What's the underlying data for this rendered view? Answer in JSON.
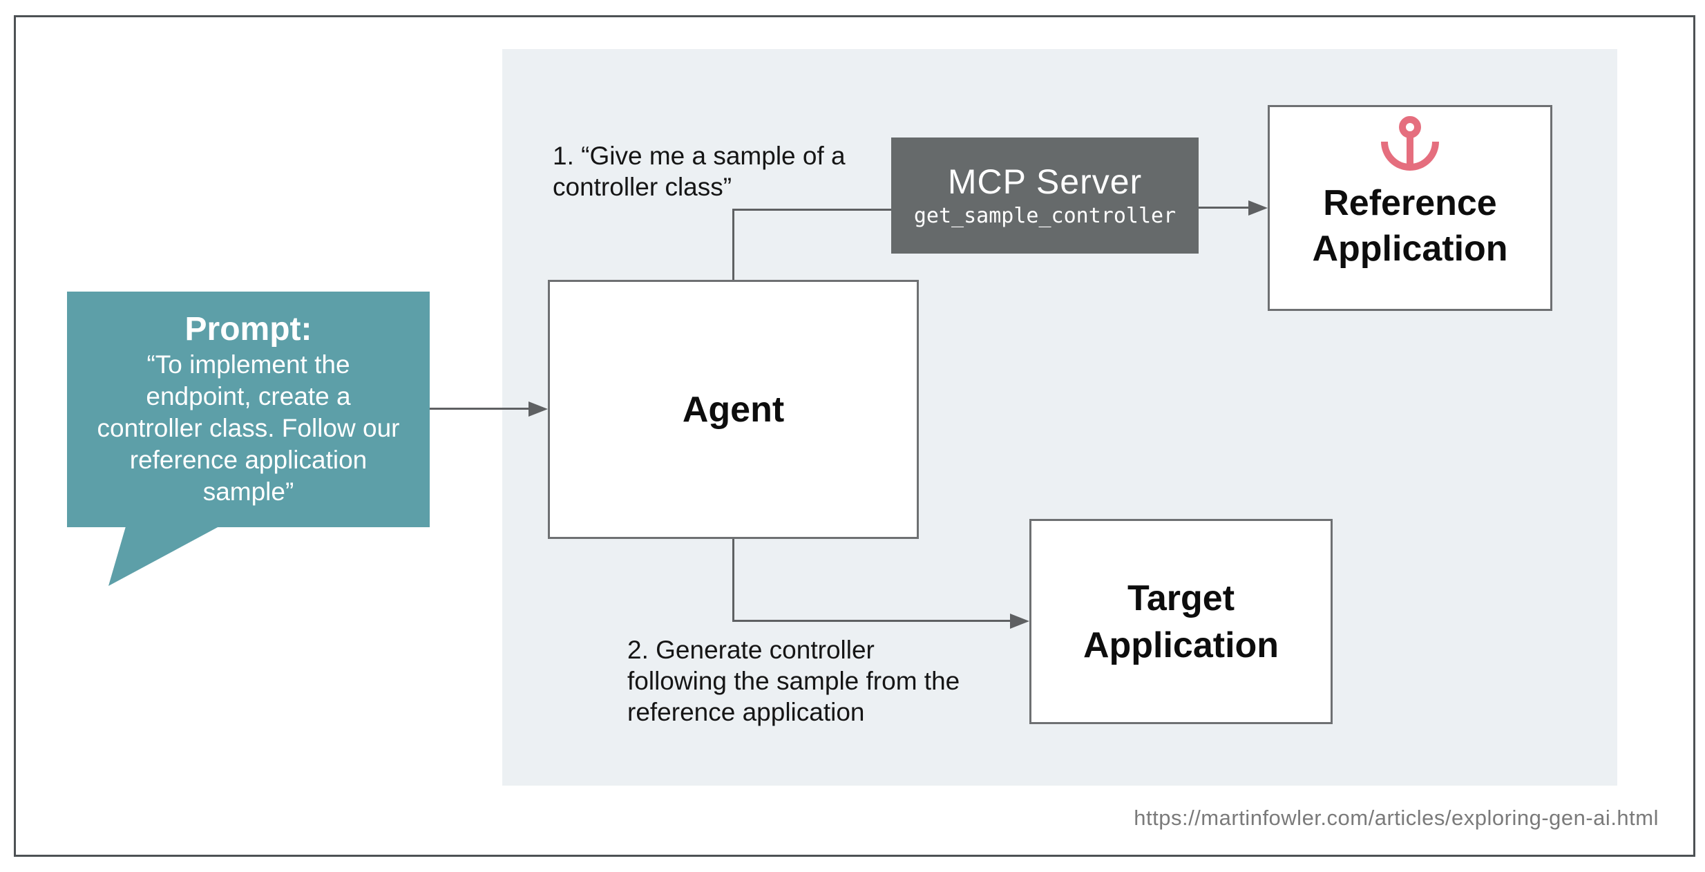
{
  "colors": {
    "bubble_teal": "#5d9fa8",
    "mcp_gray": "#666a6b",
    "panel_gray": "#ecf0f3",
    "anchor_pink": "#e56e7e",
    "connector_gray": "#5e6062",
    "box_border_gray": "#6e7072",
    "text_dark": "#151515",
    "url_gray": "#7a7a7a"
  },
  "prompt_bubble": {
    "title": "Prompt:",
    "body_lines": [
      "“To implement the",
      "endpoint, create a",
      "controller class. Follow our",
      "reference application",
      "sample”"
    ]
  },
  "agent": {
    "label": "Agent"
  },
  "mcp_server": {
    "title": "MCP Server",
    "tool_name": "get_sample_controller"
  },
  "reference_application": {
    "lines": [
      "Reference",
      "Application"
    ],
    "icon": "anchor-icon"
  },
  "target_application": {
    "lines": [
      "Target",
      "Application"
    ]
  },
  "step1_label": {
    "lines": [
      "1. “Give me a sample of a",
      "controller class”"
    ]
  },
  "step2_label": {
    "lines": [
      "2. Generate controller",
      "following the sample from the",
      "reference application"
    ]
  },
  "footer": {
    "url": "https://martinfowler.com/articles/exploring-gen-ai.html"
  }
}
